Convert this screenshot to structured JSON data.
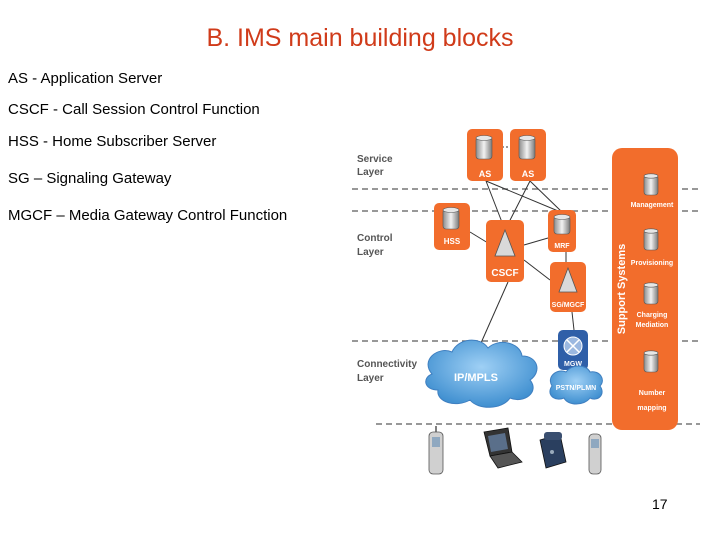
{
  "slide": {
    "title": "B. IMS main building blocks",
    "page_number": "17"
  },
  "definitions": [
    "AS - Application Server",
    "CSCF  - Call Session Control Function",
    "HSS - Home Subscriber Server",
    "SG – Signaling Gateway",
    "MGCF – Media Gateway Control Function"
  ],
  "diagram": {
    "layers": {
      "service": [
        "Service",
        "Layer"
      ],
      "control": [
        "Control",
        "Layer"
      ],
      "connectivity": [
        "Connectivity",
        "Layer"
      ]
    },
    "nodes": {
      "as1": "AS",
      "as2": "AS",
      "hss": "HSS",
      "cscf": "CSCF",
      "mrf": "MRF",
      "sg_mgcf": "SG/MGCF",
      "mgw": "MGW",
      "ip_mpls": "IP/MPLS",
      "pstn_plmn": "PSTN/PLMN"
    },
    "support_systems": {
      "title": "Support Systems",
      "items": [
        "Management",
        "Provisioning",
        [
          "Charging",
          "Mediation"
        ],
        [
          "Number",
          "mapping"
        ]
      ]
    },
    "colors": {
      "orange": "#f26d2c",
      "title_red": "#d03b1a",
      "cloud_blue": "#5ea8e0",
      "text_gray": "#555555"
    }
  }
}
